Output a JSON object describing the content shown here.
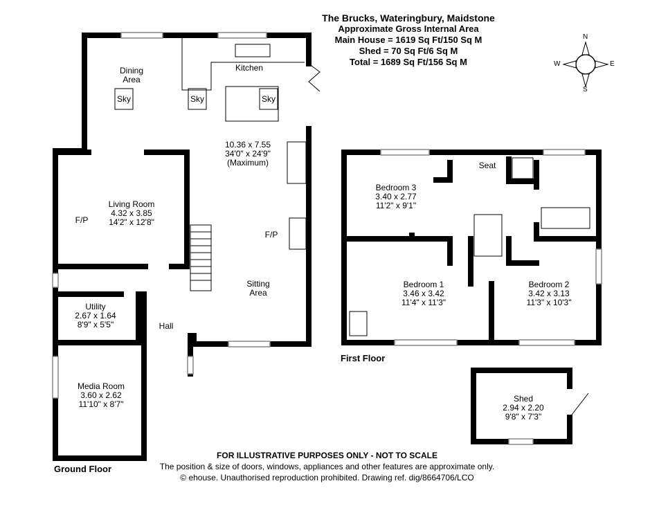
{
  "header": {
    "title": "The Brucks, Wateringbury, Maidstone",
    "subtitle": "Approximate Gross Internal Area",
    "main_house": "Main House = 1619 Sq Ft/150 Sq M",
    "shed": "Shed = 70 Sq Ft/6 Sq M",
    "total": "Total = 1689 Sq Ft/156 Sq M"
  },
  "compass": {
    "n": "N",
    "s": "S",
    "e": "E",
    "w": "W"
  },
  "ground_floor": {
    "label": "Ground Floor",
    "dining": "Dining\nArea",
    "kitchen": "Kitchen",
    "sky": "Sky",
    "open_plan": [
      "10.36 x 7.55",
      "34'0\" x 24'9\"",
      "(Maximum)"
    ],
    "living_room": {
      "name": "Living Room",
      "m": "4.32 x 3.85",
      "ft": "14'2\" x 12'8\""
    },
    "fp": "F/P",
    "sitting": [
      "Sitting",
      "Area"
    ],
    "utility": {
      "name": "Utility",
      "m": "2.67 x 1.64",
      "ft": "8'9\" x 5'5\""
    },
    "hall": "Hall",
    "media_room": {
      "name": "Media Room",
      "m": "3.60 x 2.62",
      "ft": "11'10\" x 8'7\""
    }
  },
  "first_floor": {
    "label": "First Floor",
    "seat": "Seat",
    "bedroom3": {
      "name": "Bedroom 3",
      "m": "3.40 x 2.77",
      "ft": "11'2\" x 9'1\""
    },
    "bedroom1": {
      "name": "Bedroom 1",
      "m": "3.46 x 3.42",
      "ft": "11'4\" x 11'3\""
    },
    "bedroom2": {
      "name": "Bedroom 2",
      "m": "3.42 x 3.13",
      "ft": "11'3\" x 10'3\""
    }
  },
  "shed": {
    "name": "Shed",
    "m": "2.94 x 2.20",
    "ft": "9'8\" x 7'3\""
  },
  "footer": {
    "disclaimer": "FOR ILLUSTRATIVE PURPOSES ONLY - NOT TO SCALE",
    "note": "The position & size of doors, windows, appliances and other features are approximate only.",
    "copyright": "© ehouse. Unauthorised reproduction prohibited. Drawing ref. dig/8664706/LCO"
  }
}
